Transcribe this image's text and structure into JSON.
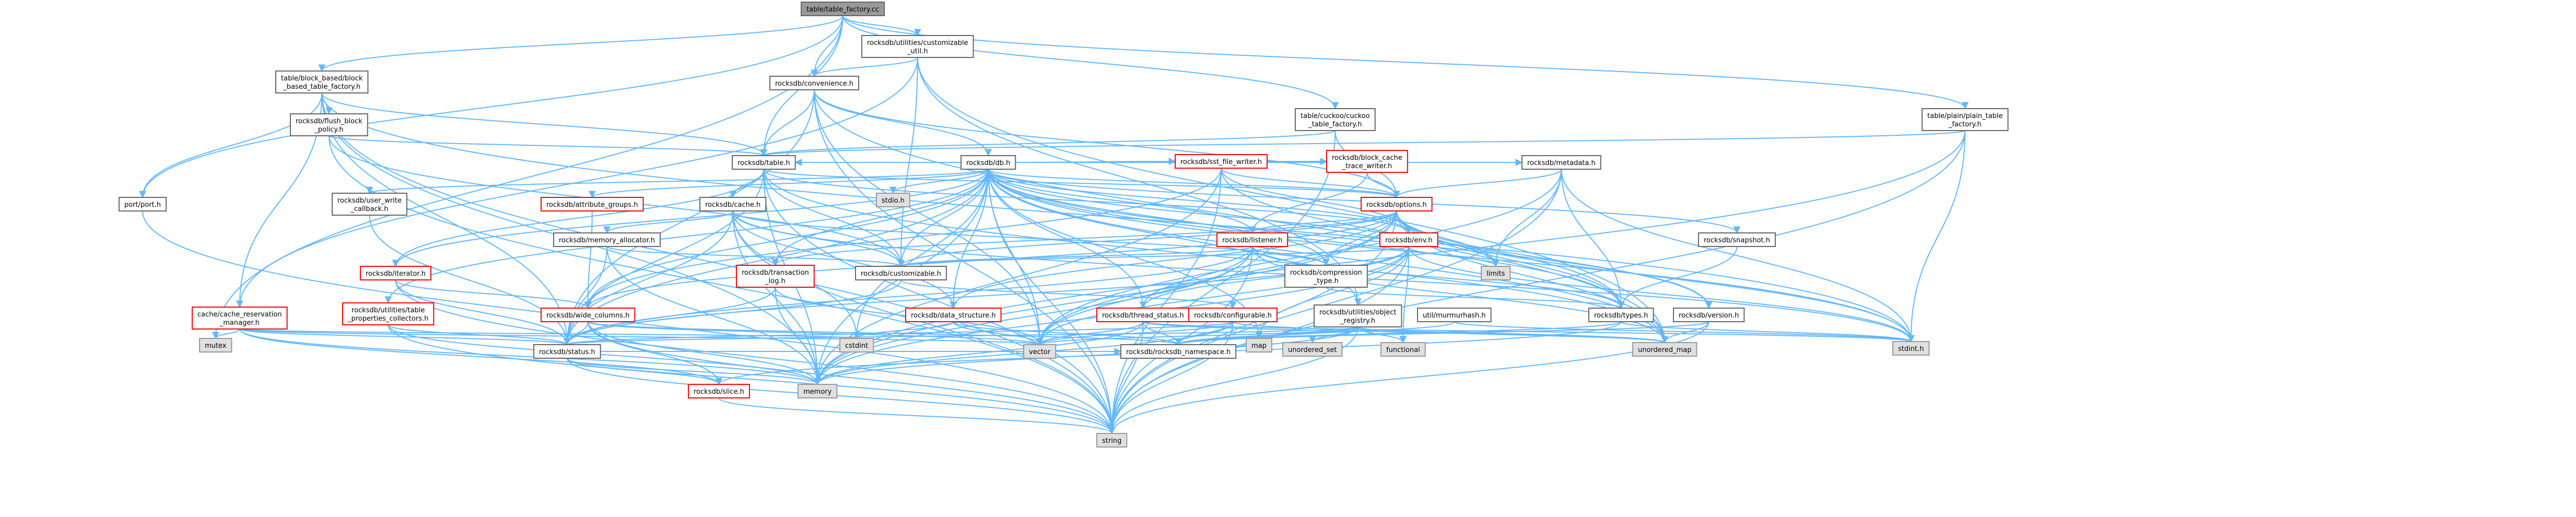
{
  "colors": {
    "edge": "#63b8ff",
    "root_fill": "#999999",
    "root_stroke": "#666666",
    "normal_fill": "#ffffff",
    "normal_stroke": "#666666",
    "link_stroke": "#ff0000",
    "system_fill": "#e0e0e0",
    "system_stroke": "#999999"
  },
  "nodes": [
    {
      "id": "root",
      "lines": [
        "table/table_factory.cc"
      ],
      "kind": "root"
    },
    {
      "id": "bbtf",
      "lines": [
        "table/block_based/block",
        "_based_table_factory.h"
      ],
      "kind": "normal"
    },
    {
      "id": "cust_util",
      "lines": [
        "rocksdb/utilities/customizable",
        "_util.h"
      ],
      "kind": "normal"
    },
    {
      "id": "convenience",
      "lines": [
        "rocksdb/convenience.h"
      ],
      "kind": "normal"
    },
    {
      "id": "cuckoo",
      "lines": [
        "table/cuckoo/cuckoo",
        "_table_factory.h"
      ],
      "kind": "normal"
    },
    {
      "id": "plain",
      "lines": [
        "table/plain/plain_table",
        "_factory.h"
      ],
      "kind": "normal"
    },
    {
      "id": "flush_block",
      "lines": [
        "rocksdb/flush_block",
        "_policy.h"
      ],
      "kind": "normal"
    },
    {
      "id": "db",
      "lines": [
        "rocksdb/db.h"
      ],
      "kind": "normal"
    },
    {
      "id": "port",
      "lines": [
        "port/port.h"
      ],
      "kind": "normal"
    },
    {
      "id": "table",
      "lines": [
        "rocksdb/table.h"
      ],
      "kind": "normal"
    },
    {
      "id": "stdio",
      "lines": [
        "stdio.h"
      ],
      "kind": "system"
    },
    {
      "id": "sst_writer",
      "lines": [
        "rocksdb/sst_file_writer.h"
      ],
      "kind": "link"
    },
    {
      "id": "block_cache_trace",
      "lines": [
        "rocksdb/block_cache",
        "_trace_writer.h"
      ],
      "kind": "link"
    },
    {
      "id": "metadata",
      "lines": [
        "rocksdb/metadata.h"
      ],
      "kind": "normal"
    },
    {
      "id": "attr_groups",
      "lines": [
        "rocksdb/attribute_groups.h"
      ],
      "kind": "link"
    },
    {
      "id": "user_write_cb",
      "lines": [
        "rocksdb/user_write",
        "_callback.h"
      ],
      "kind": "normal"
    },
    {
      "id": "cache",
      "lines": [
        "rocksdb/cache.h"
      ],
      "kind": "normal"
    },
    {
      "id": "options",
      "lines": [
        "rocksdb/options.h"
      ],
      "kind": "link"
    },
    {
      "id": "memory_alloc",
      "lines": [
        "rocksdb/memory_allocator.h"
      ],
      "kind": "normal"
    },
    {
      "id": "listener",
      "lines": [
        "rocksdb/listener.h"
      ],
      "kind": "link"
    },
    {
      "id": "env",
      "lines": [
        "rocksdb/env.h"
      ],
      "kind": "link"
    },
    {
      "id": "snapshot",
      "lines": [
        "rocksdb/snapshot.h"
      ],
      "kind": "normal"
    },
    {
      "id": "iterator",
      "lines": [
        "rocksdb/iterator.h"
      ],
      "kind": "link"
    },
    {
      "id": "txn_log",
      "lines": [
        "rocksdb/transaction",
        "_log.h"
      ],
      "kind": "link"
    },
    {
      "id": "customizable",
      "lines": [
        "rocksdb/customizable.h"
      ],
      "kind": "normal"
    },
    {
      "id": "compression",
      "lines": [
        "rocksdb/compression",
        "_type.h"
      ],
      "kind": "normal"
    },
    {
      "id": "limits",
      "lines": [
        "limits"
      ],
      "kind": "system"
    },
    {
      "id": "cache_res",
      "lines": [
        "cache/cache_reservation",
        "_manager.h"
      ],
      "kind": "link"
    },
    {
      "id": "props_coll",
      "lines": [
        "rocksdb/utilities/table",
        "_properties_collectors.h"
      ],
      "kind": "link"
    },
    {
      "id": "wide_columns",
      "lines": [
        "rocksdb/wide_columns.h"
      ],
      "kind": "link"
    },
    {
      "id": "data_structure",
      "lines": [
        "rocksdb/data_structure.h"
      ],
      "kind": "link"
    },
    {
      "id": "thread_status",
      "lines": [
        "rocksdb/thread_status.h"
      ],
      "kind": "link"
    },
    {
      "id": "configurable",
      "lines": [
        "rocksdb/configurable.h"
      ],
      "kind": "link"
    },
    {
      "id": "obj_registry",
      "lines": [
        "rocksdb/utilities/object",
        "_registry.h"
      ],
      "kind": "normal"
    },
    {
      "id": "murmurhash",
      "lines": [
        "util/murmurhash.h"
      ],
      "kind": "normal"
    },
    {
      "id": "types",
      "lines": [
        "rocksdb/types.h"
      ],
      "kind": "normal"
    },
    {
      "id": "version",
      "lines": [
        "rocksdb/version.h"
      ],
      "kind": "normal"
    },
    {
      "id": "mutex",
      "lines": [
        "mutex"
      ],
      "kind": "system"
    },
    {
      "id": "status",
      "lines": [
        "rocksdb/status.h"
      ],
      "kind": "normal"
    },
    {
      "id": "cstdint",
      "lines": [
        "cstdint"
      ],
      "kind": "system"
    },
    {
      "id": "vector",
      "lines": [
        "vector"
      ],
      "kind": "system"
    },
    {
      "id": "namespace",
      "lines": [
        "rocksdb/rocksdb_namespace.h"
      ],
      "kind": "normal"
    },
    {
      "id": "map",
      "lines": [
        "map"
      ],
      "kind": "system"
    },
    {
      "id": "unordered_set",
      "lines": [
        "unordered_set"
      ],
      "kind": "system"
    },
    {
      "id": "functional",
      "lines": [
        "functional"
      ],
      "kind": "system"
    },
    {
      "id": "unordered_map",
      "lines": [
        "unordered_map"
      ],
      "kind": "system"
    },
    {
      "id": "stdint",
      "lines": [
        "stdint.h"
      ],
      "kind": "system"
    },
    {
      "id": "slice",
      "lines": [
        "rocksdb/slice.h"
      ],
      "kind": "link"
    },
    {
      "id": "memory",
      "lines": [
        "memory"
      ],
      "kind": "system"
    },
    {
      "id": "string",
      "lines": [
        "string"
      ],
      "kind": "system"
    }
  ],
  "edges": [
    [
      "root",
      "bbtf"
    ],
    [
      "root",
      "cust_util"
    ],
    [
      "root",
      "convenience"
    ],
    [
      "root",
      "cuckoo"
    ],
    [
      "root",
      "plain"
    ],
    [
      "root",
      "table"
    ],
    [
      "root",
      "mutex"
    ],
    [
      "root",
      "port"
    ],
    [
      "bbtf",
      "flush_block"
    ],
    [
      "bbtf",
      "table"
    ],
    [
      "bbtf",
      "port"
    ],
    [
      "bbtf",
      "cache_res"
    ],
    [
      "bbtf",
      "status"
    ],
    [
      "bbtf",
      "memory"
    ],
    [
      "bbtf",
      "string"
    ],
    [
      "bbtf",
      "stdint"
    ],
    [
      "cust_util",
      "convenience"
    ],
    [
      "cust_util",
      "customizable"
    ],
    [
      "cust_util",
      "obj_registry"
    ],
    [
      "cust_util",
      "unordered_map"
    ],
    [
      "cust_util",
      "cache_res"
    ],
    [
      "convenience",
      "db"
    ],
    [
      "convenience",
      "table"
    ],
    [
      "convenience",
      "options"
    ],
    [
      "convenience",
      "status"
    ],
    [
      "convenience",
      "string"
    ],
    [
      "convenience",
      "unordered_map"
    ],
    [
      "convenience",
      "vector"
    ],
    [
      "cuckoo",
      "table"
    ],
    [
      "cuckoo",
      "options"
    ],
    [
      "cuckoo",
      "string"
    ],
    [
      "plain",
      "table"
    ],
    [
      "plain",
      "stdint"
    ],
    [
      "plain",
      "memory"
    ],
    [
      "plain",
      "string"
    ],
    [
      "flush_block",
      "table"
    ],
    [
      "flush_block",
      "string"
    ],
    [
      "flush_block",
      "customizable"
    ],
    [
      "port",
      "string"
    ],
    [
      "db",
      "stdio"
    ],
    [
      "db",
      "sst_writer"
    ],
    [
      "db",
      "block_cache_trace"
    ],
    [
      "db",
      "metadata"
    ],
    [
      "db",
      "attr_groups"
    ],
    [
      "db",
      "user_write_cb"
    ],
    [
      "db",
      "table"
    ],
    [
      "db",
      "options"
    ],
    [
      "db",
      "listener"
    ],
    [
      "db",
      "env"
    ],
    [
      "db",
      "snapshot"
    ],
    [
      "db",
      "iterator"
    ],
    [
      "db",
      "txn_log"
    ],
    [
      "db",
      "props_coll"
    ],
    [
      "db",
      "wide_columns"
    ],
    [
      "db",
      "data_structure"
    ],
    [
      "db",
      "thread_status"
    ],
    [
      "db",
      "types"
    ],
    [
      "db",
      "version"
    ],
    [
      "db",
      "status"
    ],
    [
      "db",
      "cstdint"
    ],
    [
      "db",
      "vector"
    ],
    [
      "db",
      "map"
    ],
    [
      "db",
      "unordered_map"
    ],
    [
      "db",
      "stdint"
    ],
    [
      "db",
      "memory"
    ],
    [
      "db",
      "string"
    ],
    [
      "db",
      "obj_registry"
    ],
    [
      "db",
      "customizable"
    ],
    [
      "db",
      "compression"
    ],
    [
      "db",
      "limits"
    ],
    [
      "table",
      "cache"
    ],
    [
      "table",
      "options"
    ],
    [
      "table",
      "customizable"
    ],
    [
      "table",
      "env"
    ],
    [
      "table",
      "iterator"
    ],
    [
      "table",
      "status"
    ],
    [
      "table",
      "memory"
    ],
    [
      "table",
      "string"
    ],
    [
      "table",
      "unordered_map"
    ],
    [
      "sst_writer",
      "options"
    ],
    [
      "sst_writer",
      "env"
    ],
    [
      "sst_writer",
      "types"
    ],
    [
      "sst_writer",
      "wide_columns"
    ],
    [
      "sst_writer",
      "memory"
    ],
    [
      "sst_writer",
      "string"
    ],
    [
      "block_cache_trace",
      "options"
    ],
    [
      "block_cache_trace",
      "listener"
    ],
    [
      "metadata",
      "options"
    ],
    [
      "metadata",
      "types"
    ],
    [
      "metadata",
      "limits"
    ],
    [
      "metadata",
      "stdint"
    ],
    [
      "metadata",
      "string"
    ],
    [
      "metadata",
      "vector"
    ],
    [
      "attr_groups",
      "wide_columns"
    ],
    [
      "user_write_cb",
      "status"
    ],
    [
      "cache",
      "memory_alloc"
    ],
    [
      "cache",
      "customizable"
    ],
    [
      "cache",
      "compression"
    ],
    [
      "cache",
      "data_structure"
    ],
    [
      "cache",
      "status"
    ],
    [
      "cache",
      "memory"
    ],
    [
      "cache",
      "string"
    ],
    [
      "cache",
      "stdint"
    ],
    [
      "cache",
      "cstdint"
    ],
    [
      "options",
      "env"
    ],
    [
      "options",
      "listener"
    ],
    [
      "options",
      "customizable"
    ],
    [
      "options",
      "compression"
    ],
    [
      "options",
      "data_structure"
    ],
    [
      "options",
      "version"
    ],
    [
      "options",
      "types"
    ],
    [
      "options",
      "limits"
    ],
    [
      "options",
      "memory"
    ],
    [
      "options",
      "string"
    ],
    [
      "options",
      "unordered_map"
    ],
    [
      "options",
      "vector"
    ],
    [
      "options",
      "stdint"
    ],
    [
      "options",
      "wide_columns"
    ],
    [
      "options",
      "txn_log"
    ],
    [
      "memory_alloc",
      "customizable"
    ],
    [
      "memory_alloc",
      "status"
    ],
    [
      "memory_alloc",
      "memory"
    ],
    [
      "listener",
      "customizable"
    ],
    [
      "listener",
      "compression"
    ],
    [
      "listener",
      "status"
    ],
    [
      "listener",
      "thread_status"
    ],
    [
      "listener",
      "types"
    ],
    [
      "listener",
      "memory"
    ],
    [
      "listener",
      "string"
    ],
    [
      "listener",
      "unordered_map"
    ],
    [
      "listener",
      "vector"
    ],
    [
      "env",
      "customizable"
    ],
    [
      "env",
      "functional"
    ],
    [
      "env",
      "limits"
    ],
    [
      "env",
      "thread_status"
    ],
    [
      "env",
      "status"
    ],
    [
      "env",
      "memory"
    ],
    [
      "env",
      "string"
    ],
    [
      "env",
      "vector"
    ],
    [
      "env",
      "stdint"
    ],
    [
      "env",
      "map"
    ],
    [
      "snapshot",
      "types"
    ],
    [
      "iterator",
      "wide_columns"
    ],
    [
      "iterator",
      "status"
    ],
    [
      "iterator",
      "string"
    ],
    [
      "txn_log",
      "status"
    ],
    [
      "txn_log",
      "vector"
    ],
    [
      "txn_log",
      "memory"
    ],
    [
      "customizable",
      "configurable"
    ],
    [
      "customizable",
      "status"
    ],
    [
      "compression",
      "types"
    ],
    [
      "cache_res",
      "cstdint"
    ],
    [
      "cache_res",
      "mutex"
    ],
    [
      "cache_res",
      "vector"
    ],
    [
      "cache_res",
      "status"
    ],
    [
      "cache_res",
      "memory"
    ],
    [
      "cache_res",
      "slice"
    ],
    [
      "props_coll",
      "status"
    ],
    [
      "props_coll",
      "memory"
    ],
    [
      "props_coll",
      "string"
    ],
    [
      "wide_columns",
      "status"
    ],
    [
      "wide_columns",
      "slice"
    ],
    [
      "wide_columns",
      "vector"
    ],
    [
      "wide_columns",
      "memory"
    ],
    [
      "wide_columns",
      "namespace"
    ],
    [
      "wide_columns",
      "string"
    ],
    [
      "data_structure",
      "cstdint"
    ],
    [
      "data_structure",
      "vector"
    ],
    [
      "data_structure",
      "namespace"
    ],
    [
      "thread_status",
      "namespace"
    ],
    [
      "thread_status",
      "vector"
    ],
    [
      "thread_status",
      "memory"
    ],
    [
      "thread_status",
      "string"
    ],
    [
      "thread_status",
      "unordered_map"
    ],
    [
      "thread_status",
      "stdint"
    ],
    [
      "configurable",
      "status"
    ],
    [
      "configurable",
      "string"
    ],
    [
      "configurable",
      "vector"
    ],
    [
      "configurable",
      "unordered_map"
    ],
    [
      "configurable",
      "memory"
    ],
    [
      "configurable",
      "namespace"
    ],
    [
      "obj_registry",
      "status"
    ],
    [
      "obj_registry",
      "namespace"
    ],
    [
      "obj_registry",
      "functional"
    ],
    [
      "obj_registry",
      "map"
    ],
    [
      "obj_registry",
      "memory"
    ],
    [
      "obj_registry",
      "string"
    ],
    [
      "obj_registry",
      "unordered_map"
    ],
    [
      "obj_registry",
      "vector"
    ],
    [
      "obj_registry",
      "unordered_set"
    ],
    [
      "murmurhash",
      "stdint"
    ],
    [
      "murmurhash",
      "namespace"
    ],
    [
      "types",
      "slice"
    ],
    [
      "types",
      "stdint"
    ],
    [
      "types",
      "namespace"
    ],
    [
      "version",
      "string"
    ],
    [
      "version",
      "unordered_map"
    ],
    [
      "version",
      "namespace"
    ],
    [
      "status",
      "slice"
    ],
    [
      "status",
      "memory"
    ],
    [
      "status",
      "string"
    ],
    [
      "status",
      "namespace"
    ],
    [
      "slice",
      "string"
    ]
  ]
}
